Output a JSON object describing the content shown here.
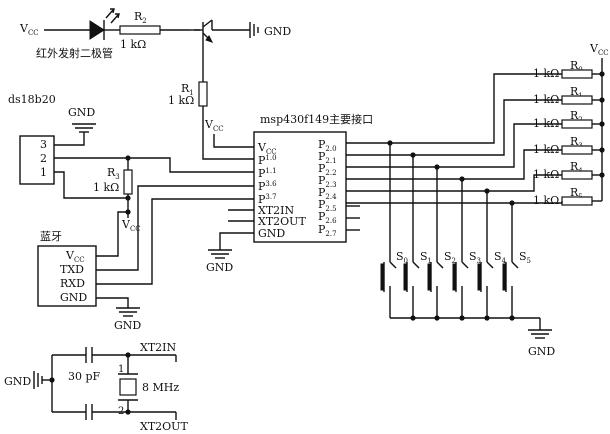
{
  "power": {
    "vcc": "V",
    "vcc_sub": "CC",
    "gnd": "GND"
  },
  "ir_section": {
    "vcc": "V",
    "vcc_sub": "CC",
    "r2_name": "R",
    "r2_sub": "2",
    "r2_value": "1 kΩ",
    "r1_name": "R",
    "r1_sub": "1",
    "r1_value": "1 kΩ",
    "led_caption": "红外发射二极管",
    "gnd": "GND"
  },
  "ds18b20": {
    "title": "ds18b20",
    "pins": [
      "3",
      "2",
      "1"
    ],
    "gnd": "GND",
    "r3_name": "R",
    "r3_sub": "3",
    "r3_value": "1 kΩ",
    "vcc": "V",
    "vcc_sub": "CC"
  },
  "mcu": {
    "title": "msp430f149主要接口",
    "left_pins": [
      {
        "main": "V",
        "sub": "CC"
      },
      {
        "main": "P",
        "sub": "1.0"
      },
      {
        "main": "P",
        "sub": "1.1"
      },
      {
        "main": "P",
        "sub": "3.6"
      },
      {
        "main": "P",
        "sub": "3.7"
      },
      {
        "main": "XT2IN",
        "sub": ""
      },
      {
        "main": "XT2OUT",
        "sub": ""
      },
      {
        "main": "GND",
        "sub": ""
      }
    ],
    "right_pins": [
      {
        "main": "P",
        "sub": "2.0"
      },
      {
        "main": "P",
        "sub": "2.1"
      },
      {
        "main": "P",
        "sub": "2.2"
      },
      {
        "main": "P",
        "sub": "2.3"
      },
      {
        "main": "P",
        "sub": "2.4"
      },
      {
        "main": "P",
        "sub": "2.5"
      },
      {
        "main": "P",
        "sub": "2.6"
      },
      {
        "main": "P",
        "sub": "2.7"
      }
    ],
    "gnd": "GND"
  },
  "bluetooth": {
    "title": "蓝牙",
    "pins": [
      {
        "main": "V",
        "sub": "CC"
      },
      {
        "main": "TXD",
        "sub": ""
      },
      {
        "main": "RXD",
        "sub": ""
      },
      {
        "main": "GND",
        "sub": ""
      }
    ],
    "gnd": "GND"
  },
  "pullups": {
    "vcc": "V",
    "vcc_sub": "CC",
    "resistors": [
      {
        "value": "1 kΩ",
        "name": "R",
        "sub": "0"
      },
      {
        "value": "1 kΩ",
        "name": "R",
        "sub": "1"
      },
      {
        "value": "1 kΩ",
        "name": "R",
        "sub": "2"
      },
      {
        "value": "1 kΩ",
        "name": "R",
        "sub": "3"
      },
      {
        "value": "1 kΩ",
        "name": "R",
        "sub": "4"
      },
      {
        "value": "1 kΩ",
        "name": "R",
        "sub": "5"
      }
    ]
  },
  "switches": {
    "items": [
      {
        "name": "S",
        "sub": "0"
      },
      {
        "name": "S",
        "sub": "1"
      },
      {
        "name": "S",
        "sub": "2"
      },
      {
        "name": "S",
        "sub": "3"
      },
      {
        "name": "S",
        "sub": "4"
      },
      {
        "name": "S",
        "sub": "5"
      }
    ],
    "gnd": "GND"
  },
  "crystal": {
    "gnd": "GND",
    "cap_value": "30 pF",
    "freq": "8 MHz",
    "pin1": "1",
    "pin2": "2",
    "xt2in": "XT2IN",
    "xt2out": "XT2OUT"
  }
}
